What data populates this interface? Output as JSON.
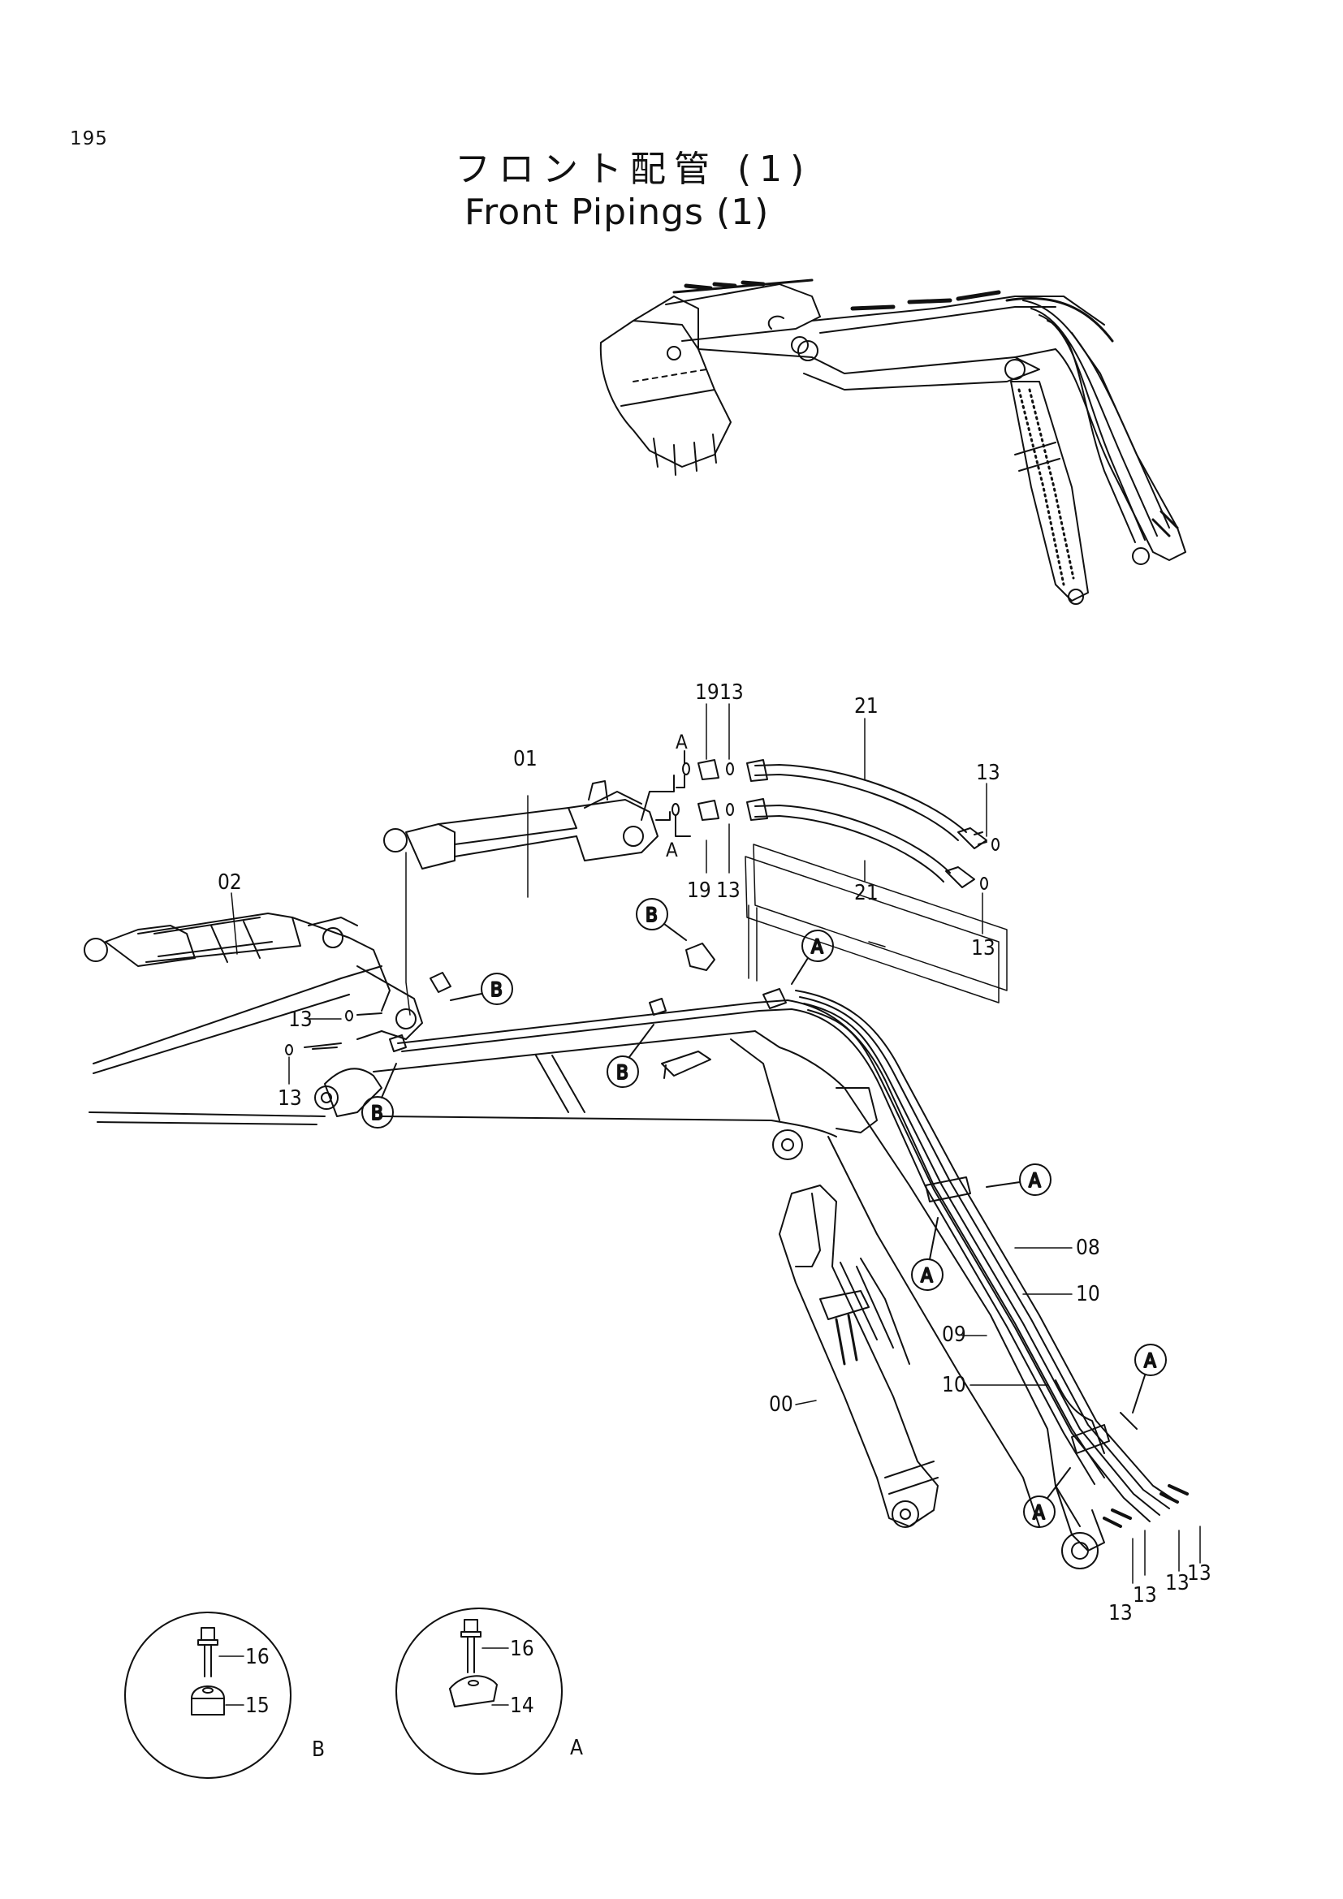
{
  "page_number": "195",
  "title_ja": "フロント配管 (1)",
  "title_en": "Front Pipings (1)",
  "callouts": {
    "A": "A",
    "B": "B"
  },
  "part_labels": {
    "p00": "00",
    "p01": "01",
    "p02": "02",
    "p08": "08",
    "p09": "09",
    "p10": "10",
    "p13": "13",
    "p14": "14",
    "p15": "15",
    "p16": "16",
    "p19": "19",
    "p21": "21"
  },
  "detail_views": [
    {
      "view_label": "B",
      "bolt": "16",
      "clamp": "15"
    },
    {
      "view_label": "A",
      "bolt": "16",
      "clamp": "14"
    }
  ],
  "colors": {
    "ink": "#111111",
    "paper": "#ffffff"
  }
}
